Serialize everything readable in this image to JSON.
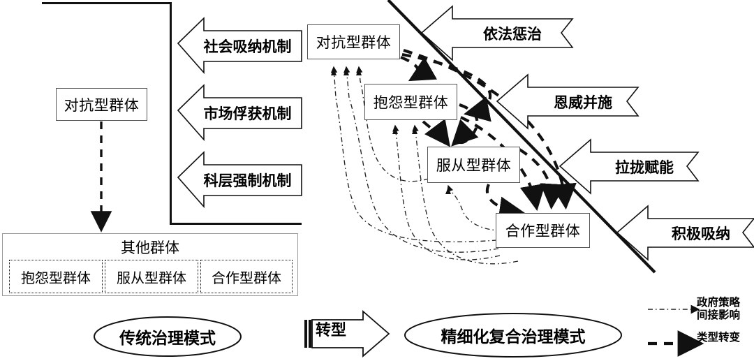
{
  "diagram": {
    "title_left": "传统治理模式",
    "title_right": "精细化复合治理模式",
    "transform_label": "转型"
  },
  "left_panel": {
    "primary_group": "对抗型群体",
    "other_container_title": "其他群体",
    "other_subgroups": [
      "抱怨型群体",
      "服从型群体",
      "合作型群体"
    ]
  },
  "mechanisms": [
    "社会吸纳机制",
    "市场俘获机制",
    "科层强制机制"
  ],
  "right_panel": {
    "groups": [
      "对抗型群体",
      "抱怨型群体",
      "服从型群体",
      "合作型群体"
    ],
    "strategies": [
      "依法惩治",
      "恩威并施",
      "拉拢赋能",
      "积极吸纳"
    ]
  },
  "legend": {
    "government_strategy_line1": "政府策略",
    "government_strategy_line2": "间接影响",
    "type_change": "类型转变"
  },
  "colors": {
    "stroke": "#111111",
    "box_border": "#555555",
    "soft_border": "#9a9a9a",
    "background": "#ffffff"
  }
}
